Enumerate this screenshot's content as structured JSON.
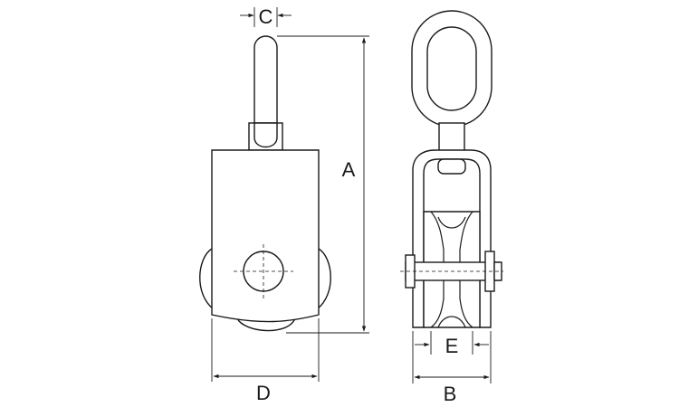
{
  "dimensions": {
    "a": "A",
    "b": "B",
    "c": "C",
    "d": "D",
    "e": "E"
  }
}
